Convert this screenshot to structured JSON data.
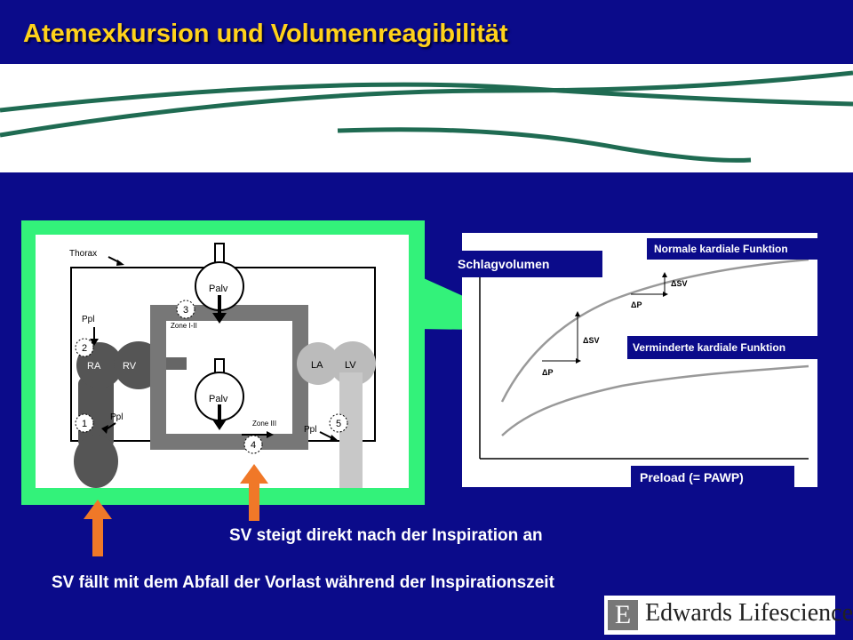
{
  "title": "Atemexkursion und Volumenreagibilität",
  "diagram": {
    "thorax": "Thorax",
    "ppl": "Ppl",
    "ra": "RA",
    "rv": "RV",
    "la": "LA",
    "lv": "LV",
    "palv": "Palv",
    "zone_top": "Zone I-II",
    "zone_bottom": "Zone III",
    "badges": [
      "1",
      "2",
      "3",
      "4",
      "5"
    ]
  },
  "chart": {
    "y_label": "Schlagvolumen",
    "x_label": "Preload (= PAWP)",
    "curve_normal": "Normale kardiale Funktion",
    "curve_reduced": "Verminderte kardiale Funktion",
    "delta_sv": "ΔSV",
    "delta_p": "ΔP"
  },
  "captions": {
    "rise": "SV steigt direkt nach der Inspiration an",
    "fall": "SV fällt mit dem Abfall der Vorlast während der Inspirationszeit"
  },
  "logo": {
    "mark": "E",
    "text": "Edwards Lifesciences"
  },
  "colors": {
    "background": "#0b0b8a",
    "title": "#ffd21a",
    "frame": "#33f27a",
    "arrow": "#f07828",
    "swoosh": "#1f6b52"
  }
}
